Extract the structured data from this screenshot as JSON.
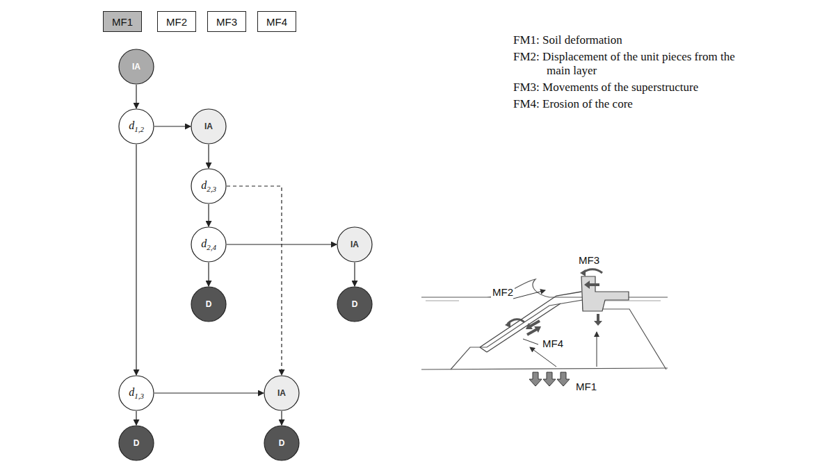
{
  "diagram": {
    "nodes": [
      {
        "text": [
          "MF1"
        ]
      },
      {
        "text": [
          "MF2"
        ]
      },
      {
        "text": [
          "MF3"
        ]
      },
      {
        "text": [
          "MF4"
        ]
      },
      {
        "text": [
          "IA"
        ]
      },
      {
        "text": [
          "d1,2"
        ]
      },
      {
        "text": [
          "IA"
        ]
      },
      {
        "text": [
          "d2,3"
        ]
      },
      {
        "text": [
          "d2,4"
        ]
      },
      {
        "text": [
          "IA"
        ]
      },
      {
        "text": [
          "D"
        ]
      },
      {
        "text": [
          "D"
        ]
      },
      {
        "text": [
          "d1,3"
        ]
      },
      {
        "text": [
          "IA"
        ]
      },
      {
        "text": [
          "D"
        ]
      },
      {
        "text": [
          "D"
        ]
      }
    ],
    "edges": [
      {
        "from": 4,
        "to": 5,
        "arrow": "to"
      },
      {
        "from": 5,
        "to": 6,
        "arrow": "to"
      },
      {
        "from": 6,
        "to": 7,
        "arrow": "to"
      },
      {
        "from": 7,
        "to": 8,
        "arrow": "to"
      },
      {
        "from": 8,
        "to": 9,
        "arrow": "to"
      },
      {
        "from": 8,
        "to": 10,
        "arrow": "to"
      },
      {
        "from": 9,
        "to": 11,
        "arrow": "to"
      },
      {
        "from": 5,
        "to": 12,
        "arrow": "to"
      },
      {
        "from": 7,
        "to": 13,
        "arrow": "to"
      },
      {
        "from": 12,
        "to": 13,
        "arrow": "to"
      },
      {
        "from": 12,
        "to": 14,
        "arrow": "to"
      },
      {
        "from": 13,
        "to": 15,
        "arrow": "to"
      }
    ],
    "labels": [
      "FM1: Soil deformation",
      "FM2: Displacement of the unit pieces from the main layer",
      "FM3: Movements of the superstructure",
      "FM4: Erosion of the core",
      "MF3",
      "MF2",
      "MF4",
      "MF1"
    ]
  }
}
